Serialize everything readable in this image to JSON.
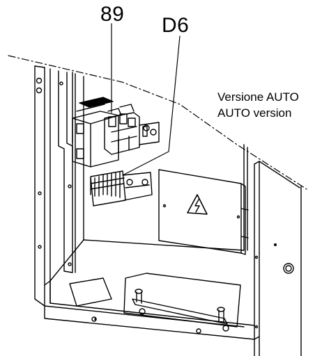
{
  "callouts": {
    "item_89": "89",
    "item_d6": "D6"
  },
  "version_note": {
    "line_it": "Versione AUTO",
    "line_en": "AUTO version"
  },
  "icons": {
    "hazard": "high-voltage-warning-icon"
  }
}
